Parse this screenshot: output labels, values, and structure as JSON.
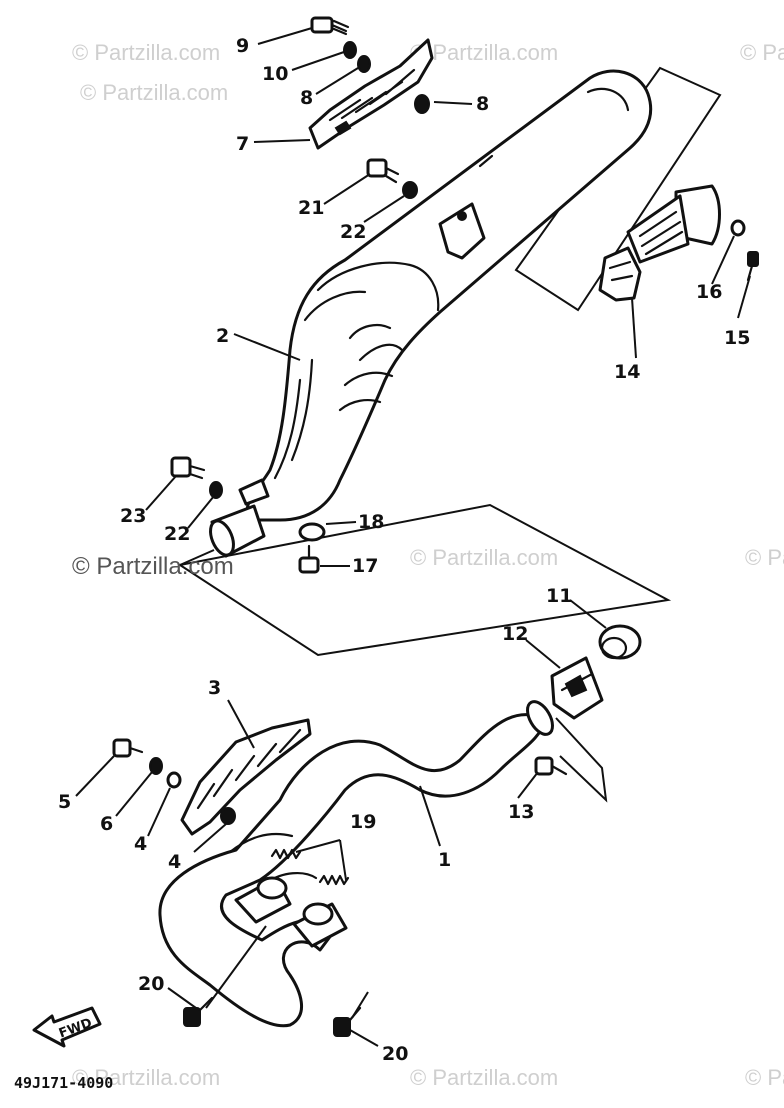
{
  "watermark": {
    "main": "© Partzilla.com",
    "faint": "© Partzilla.com"
  },
  "diagram_code": "49J171-4090",
  "fwd_label": "FWD",
  "callouts": {
    "c1": "1",
    "c2": "2",
    "c3": "3",
    "c4a": "4",
    "c4b": "4",
    "c5": "5",
    "c6": "6",
    "c7": "7",
    "c8a": "8",
    "c8b": "8",
    "c9": "9",
    "c10": "10",
    "c11": "11",
    "c12": "12",
    "c13": "13",
    "c14": "14",
    "c15": "15",
    "c16": "16",
    "c17": "17",
    "c18": "18",
    "c19": "19",
    "c20a": "20",
    "c20b": "20",
    "c21": "21",
    "c22a": "22",
    "c22b": "22",
    "c23": "23"
  }
}
